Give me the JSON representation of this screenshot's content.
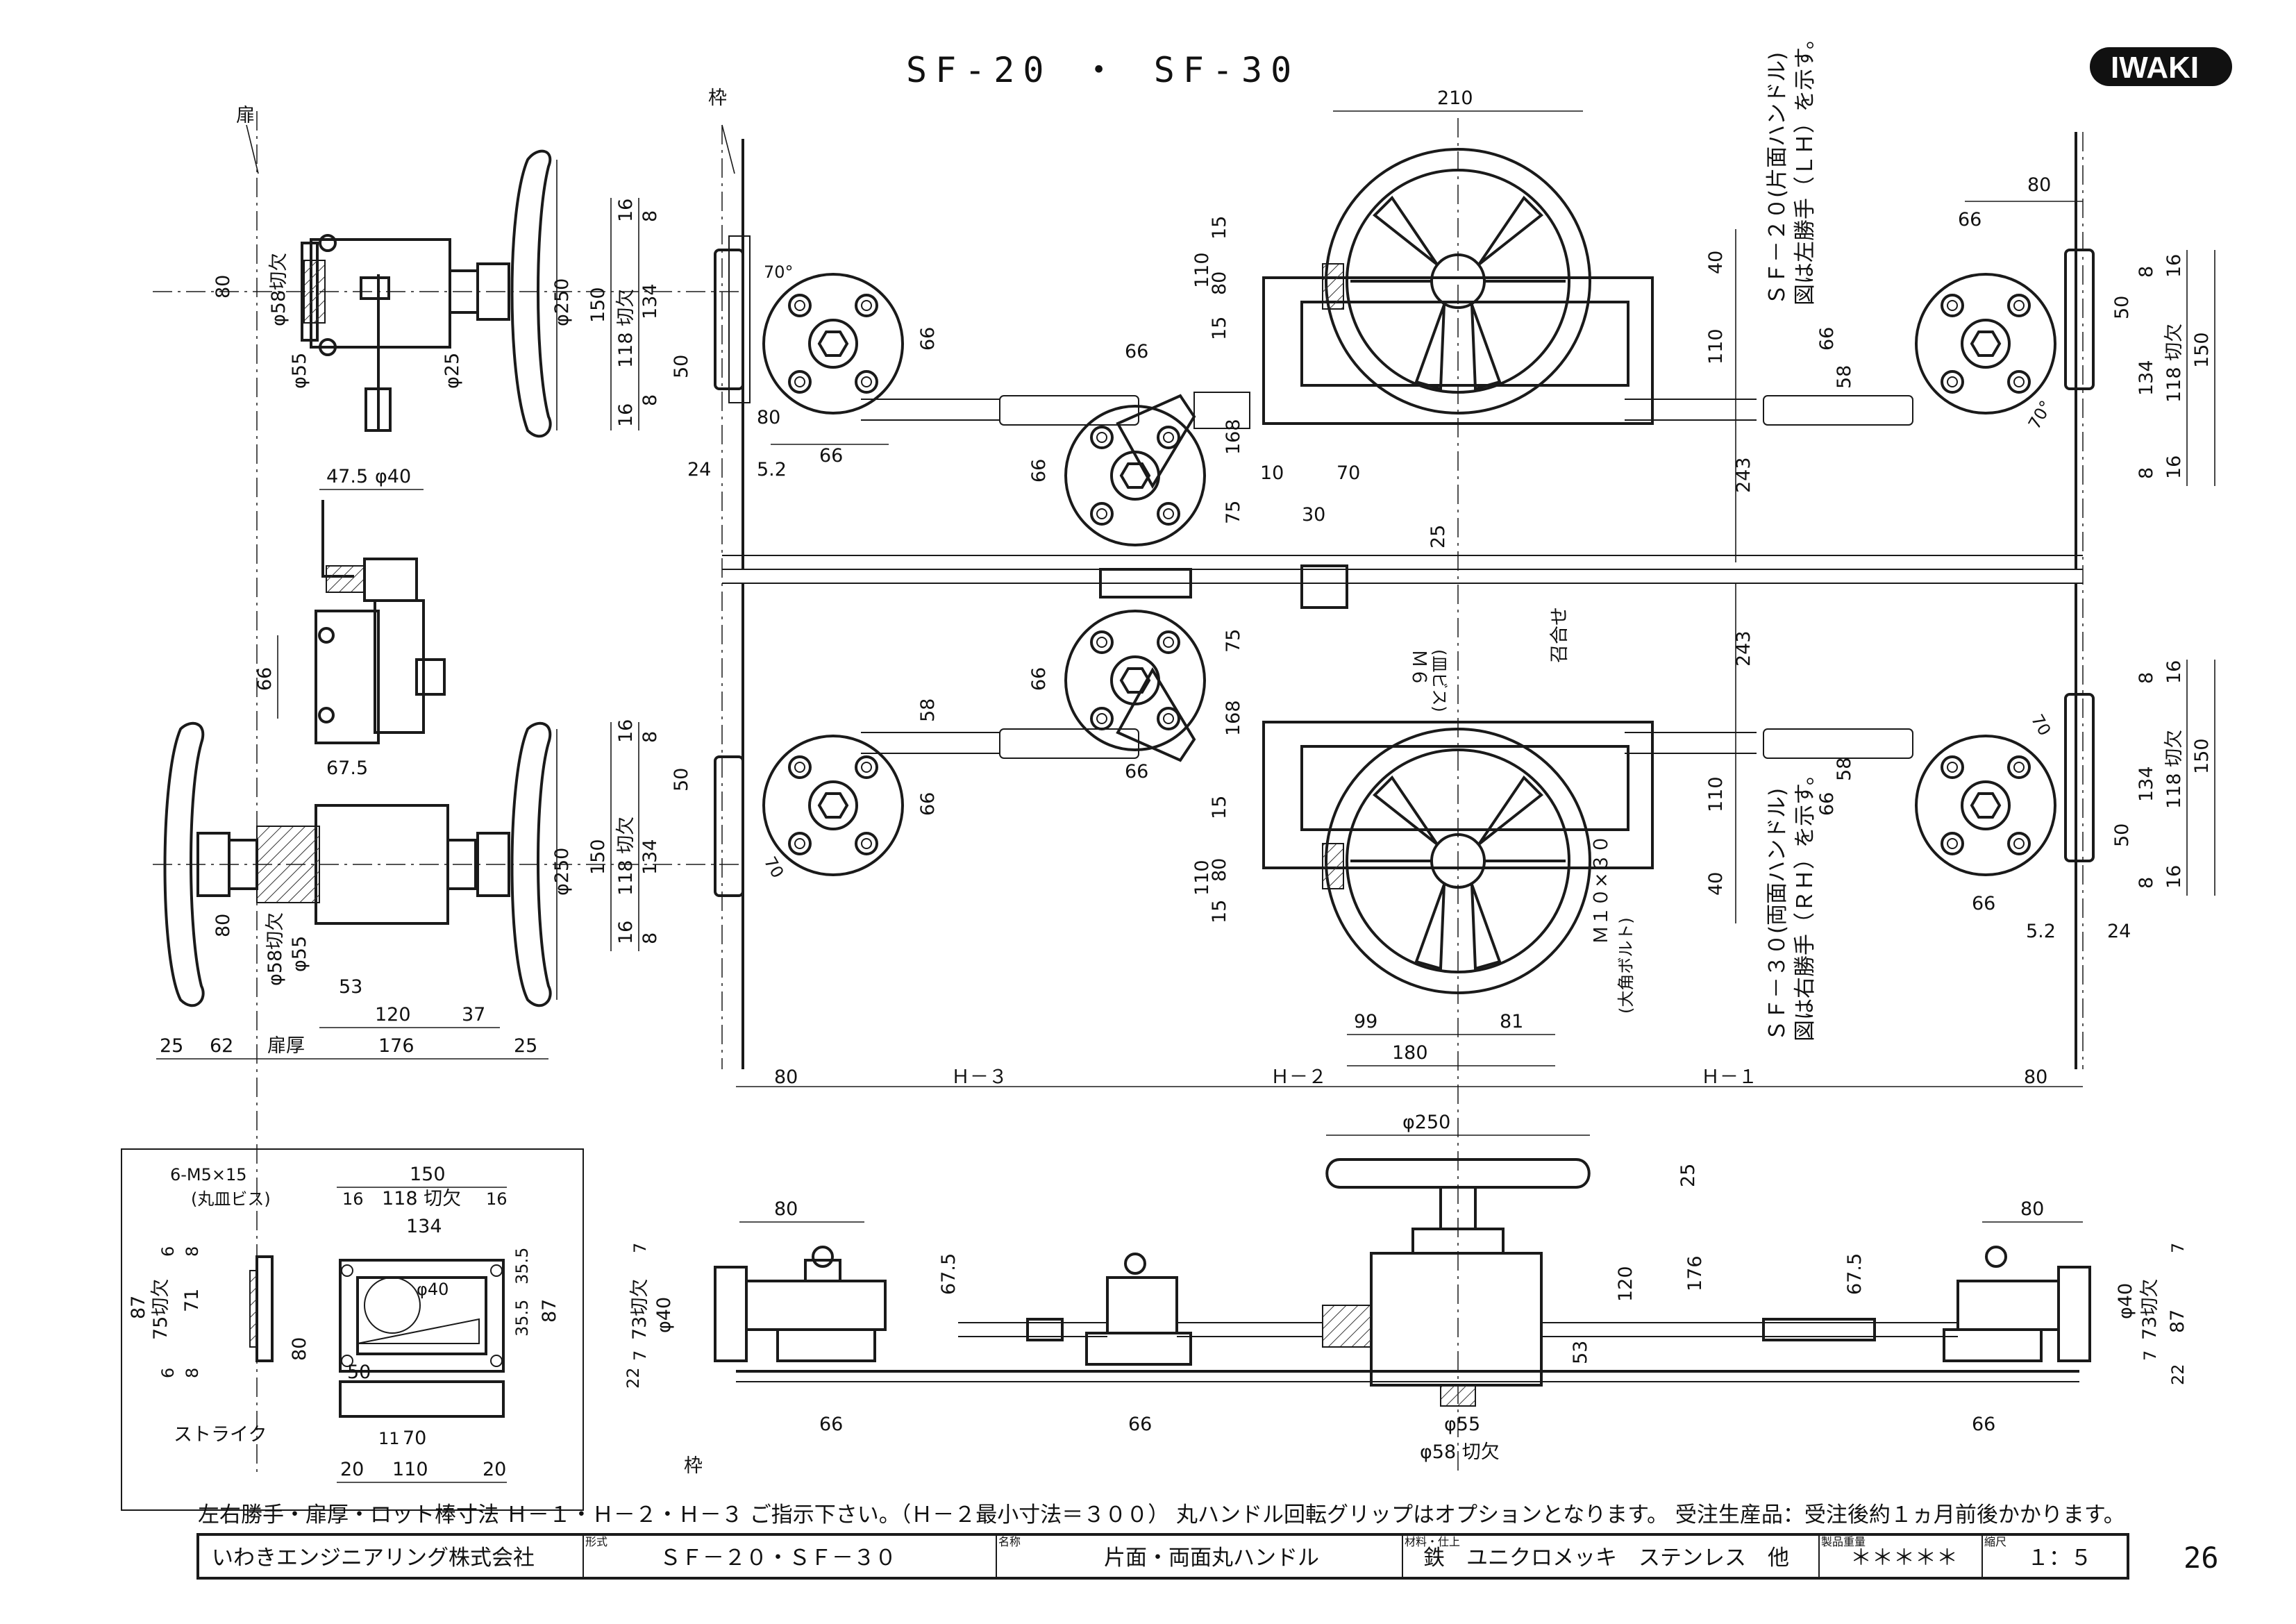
{
  "title": "SF-20 ・ SF-30",
  "logo": "IWAKI",
  "page_number": "26",
  "notes": {
    "sf20": "ＳＦ－２０(片面ハンドル)",
    "sf20_sub": "図は左勝手（ＬＨ）を示す。",
    "sf30": "ＳＦ－３０(両面ハンドル)",
    "sf30_sub": "図は右勝手（ＲＨ）を示す。",
    "footer": "左右勝手・扉厚・ロット棒寸法 Ｈ－１・Ｈ－２・Ｈ－３ ご指示下さい。（Ｈ－２最小寸法＝３００） 丸ハンドル回転グリップはオプションとなります。 受注生産品：受注後約１ヵ月前後かかります。"
  },
  "labels": {
    "door": "扉",
    "frame": "枠",
    "frame2": "枠",
    "door_thickness": "扉厚",
    "meeting": "召合せ",
    "m6": "Ｍ６",
    "m6_sub": "(皿ビス)",
    "m10": "Ｍ１０×３０",
    "m10_sub": "(大角ボルト)",
    "strike": "ストライク",
    "m5": "6-M5×15",
    "m5_sub": "(丸皿ビス)",
    "h1": "Ｈ－１",
    "h2": "Ｈ－２",
    "h3": "Ｈ－３"
  },
  "dims": {
    "d210": "210",
    "d80a": "80",
    "d66a": "66",
    "d66b": "66",
    "d66c": "66",
    "d66d": "66",
    "d40a": "40",
    "d110a": "110",
    "d110b": "110",
    "d80b": "80",
    "d15a": "15",
    "d15b": "15",
    "d110c": "110",
    "d80c": "80",
    "d15c": "15",
    "d15d": "15",
    "d110d": "110",
    "d168a": "168",
    "d168b": "168",
    "d75a": "75",
    "d75b": "75",
    "d243a": "243",
    "d243b": "243",
    "d10": "10",
    "d70a": "70",
    "d30": "30",
    "d25a": "25",
    "d80d": "80",
    "d80e": "80",
    "d52a": "5.2",
    "d52b": "5.2",
    "d24a": "24",
    "d24b": "24",
    "d50a": "50",
    "d50b": "50",
    "d50c": "50",
    "d50d": "50",
    "d58a": "58",
    "d58b": "58",
    "d58c": "58",
    "d150a": "150",
    "d150b": "150",
    "d150c": "150",
    "d150d": "150",
    "d118a": "118 切欠",
    "d118b": "118 切欠",
    "d118c": "118 切欠",
    "d118d": "118 切欠",
    "d134a": "134",
    "d134b": "134",
    "d134c": "134",
    "d134d": "134",
    "d16a": "16",
    "d16b": "16",
    "d16c": "16",
    "d16d": "16",
    "d16e": "16",
    "d16f": "16",
    "d16g": "16",
    "d16h": "16",
    "d8a": "8",
    "d8b": "8",
    "d8c": "8",
    "d8d": "8",
    "d8e": "8",
    "d8f": "8",
    "d8g": "8",
    "d8h": "8",
    "d70deg": "70°",
    "d70deg2": "70°",
    "d70deg3": "70",
    "d70deg4": "70",
    "phi250a": "φ250",
    "phi250b": "φ250",
    "phi250c": "φ250",
    "phi58a": "φ58切欠",
    "phi58b": "φ58切欠",
    "phi55a": "φ55",
    "phi55b": "φ55",
    "phi25": "φ25",
    "d80f": "80",
    "d80g": "80",
    "d475": "47.5",
    "phi40a": "φ40",
    "d66e": "66",
    "d675a": "67.5",
    "d53a": "53",
    "d120a": "120",
    "d37": "37",
    "d176a": "176",
    "d25b": "25",
    "d62": "62",
    "d25c": "25",
    "d99": "99",
    "d81": "81",
    "d180": "180",
    "d80h": "80",
    "d80i": "80",
    "d80j": "80",
    "d80k": "80",
    "d675b": "67.5",
    "d675c": "67.5",
    "d120b": "120",
    "d176b": "176",
    "d25d": "25",
    "d53b": "53",
    "d7a": "7",
    "d73a": "73切欠",
    "phi40b": "φ40",
    "d7b": "7",
    "d22a": "22",
    "d7c": "7",
    "d73b": "73切欠",
    "phi40c": "φ40",
    "d7d": "7",
    "d22b": "22",
    "d87a": "87",
    "d66f": "66",
    "d66g": "66",
    "d66h": "66",
    "phi55c": "φ55",
    "phi58c": "φ58 切欠",
    "s150": "150",
    "s118": "118 切欠",
    "s16a": "16",
    "s16b": "16",
    "s134": "134",
    "s87a": "87",
    "s75": "75切欠",
    "s6a": "6",
    "s6b": "6",
    "s8a": "8",
    "s8b": "8",
    "s71": "71",
    "s80": "80",
    "s50": "50",
    "s355a": "35.5",
    "s355b": "35.5",
    "s87b": "87",
    "s11": "11",
    "s70": "70",
    "s20a": "20",
    "s110": "110",
    "s20b": "20",
    "sphi40": "φ40"
  },
  "title_block": {
    "company": "いわきエンジニアリング株式会社",
    "model_label": "形式",
    "model": "ＳＦ－２０・ＳＦ－３０",
    "name_label": "名称",
    "name": "片面・両面丸ハンドル",
    "material_label": "材料・仕上",
    "material": "鉄　ユニクロメッキ　ステンレス　他",
    "weight_label": "製品重量",
    "weight": "＊＊＊＊＊",
    "scale_label": "縮尺",
    "scale": "１：５"
  }
}
